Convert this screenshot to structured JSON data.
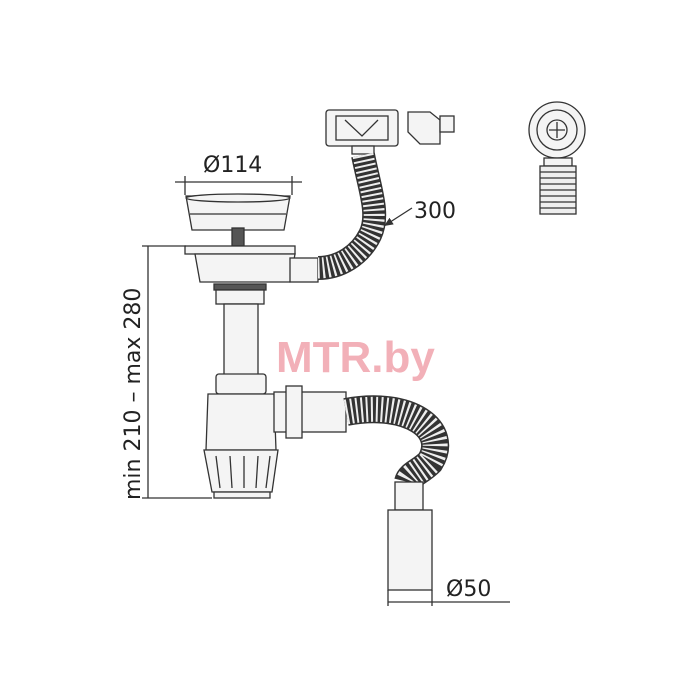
{
  "labels": {
    "strainer_diameter": "Ø114",
    "overflow_length": "300",
    "height_range": "min 210 – max 280",
    "outlet_diameter": "Ø50"
  },
  "watermark": "MTR.by",
  "colors": {
    "line": "#333333",
    "watermark": "#e8717f"
  }
}
